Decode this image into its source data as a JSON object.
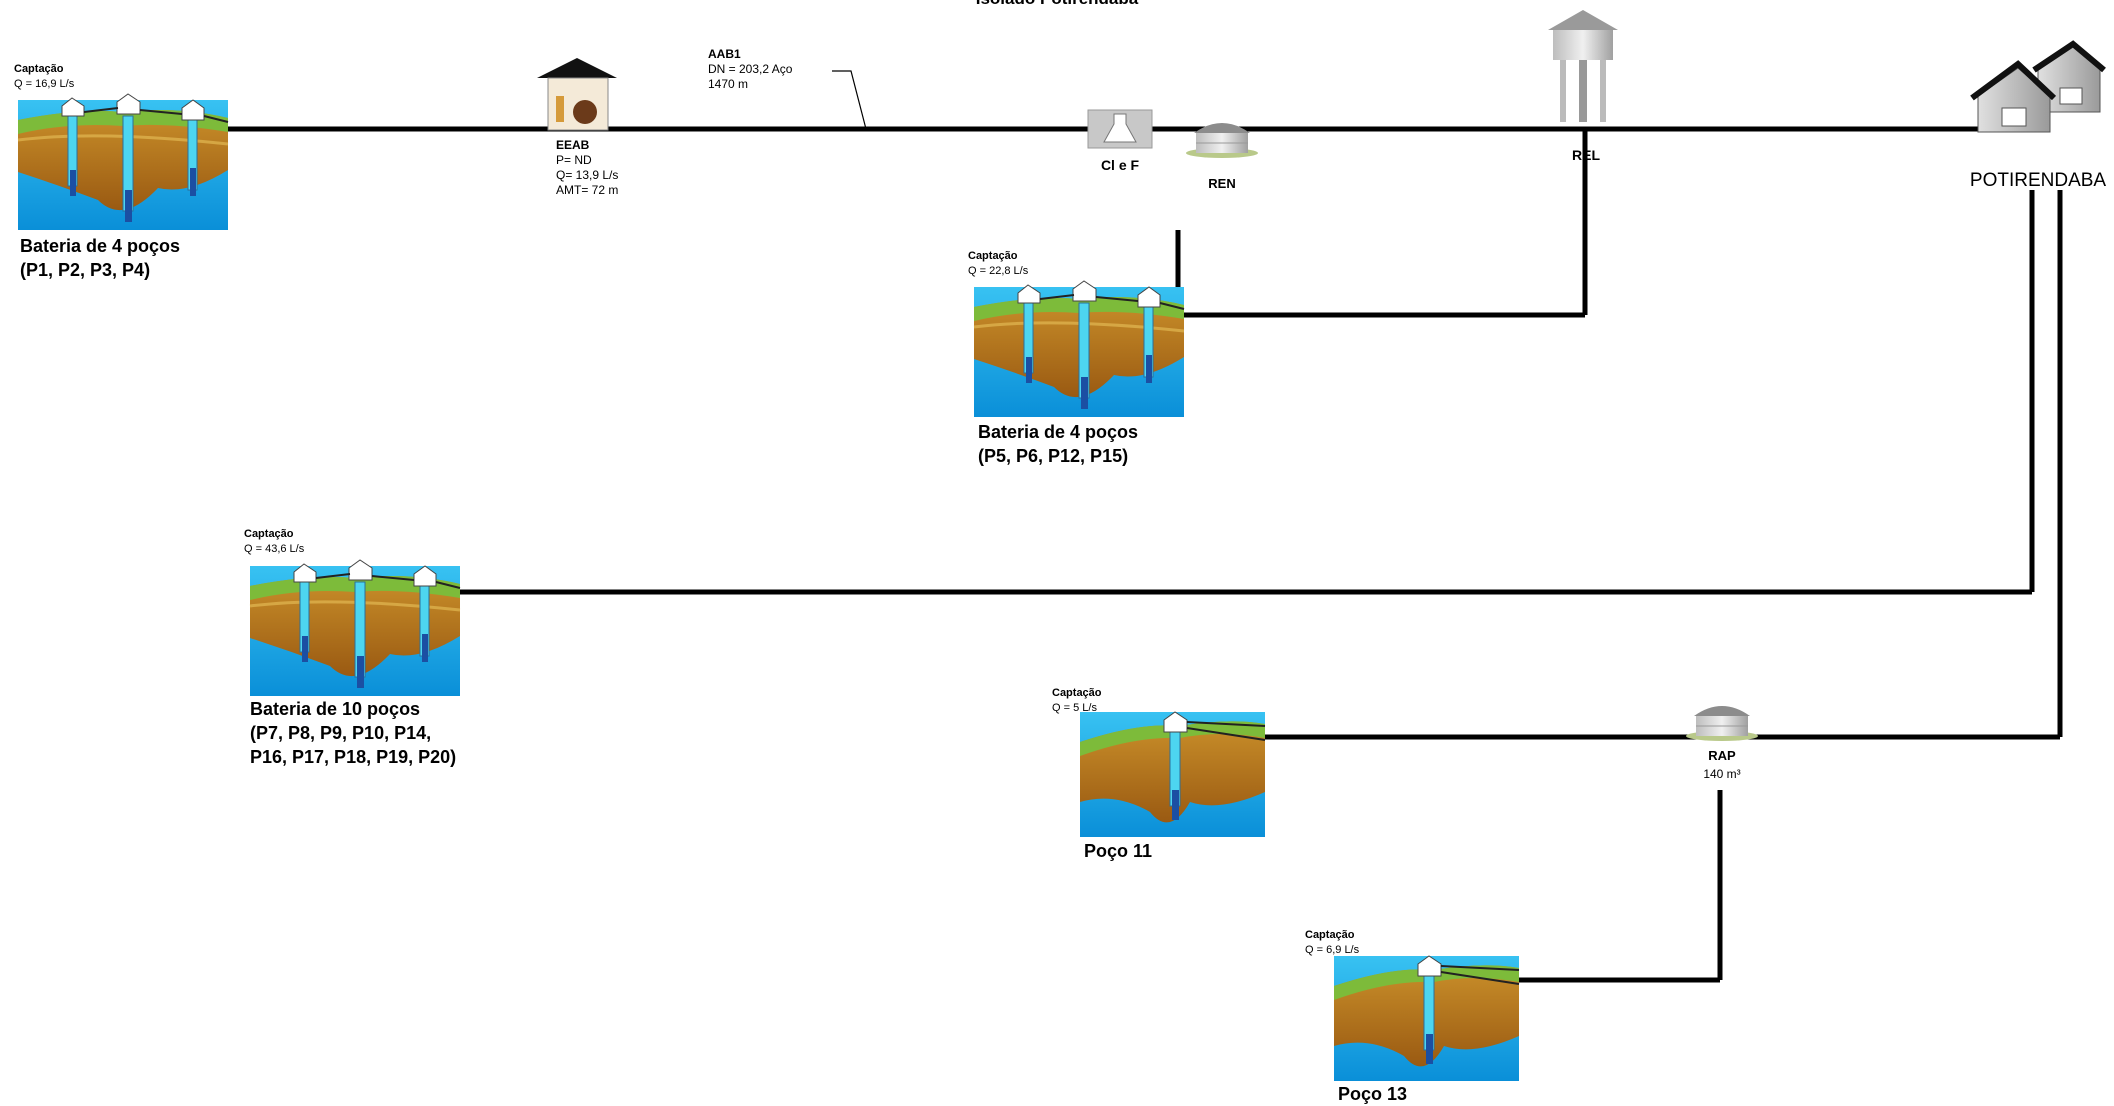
{
  "title": "Isolado Potirendaba",
  "captures": [
    {
      "caption": "Captação",
      "flow": "Q = 16,9 L/s",
      "name": "Bateria de 4 poços",
      "wells": "(P1, P2, P3, P4)"
    },
    {
      "caption": "Captação",
      "flow": "Q = 22,8 L/s",
      "name": "Bateria de 4 poços",
      "wells": "(P5, P6, P12, P15)"
    },
    {
      "caption": "Captação",
      "flow": "Q = 43,6 L/s",
      "name": "Bateria de 10 poços",
      "wells_line1": "(P7, P8, P9, P10, P14,",
      "wells_line2": "P16, P17, P18, P19, P20)"
    },
    {
      "caption": "Captação",
      "flow": "Q =  5 L/s",
      "name": "Poço 11"
    },
    {
      "caption": "Captação",
      "flow": "Q =  6,9 L/s",
      "name": "Poço 13"
    }
  ],
  "eeab": {
    "name": "EEAB",
    "p": "P= ND",
    "q": "Q= 13,9 L/s",
    "amt": "AMT= 72 m"
  },
  "aab1": {
    "name": "AAB1",
    "dn": "DN = 203,2 Aço",
    "length": "1470 m"
  },
  "treatment": {
    "label": "Cl e F"
  },
  "ren": {
    "label": "REN"
  },
  "rel": {
    "label": "REL"
  },
  "rap": {
    "label": "RAP",
    "volume": "140 m³"
  },
  "city": {
    "label": "POTIRENDABA"
  },
  "colors": {
    "pipe": "#000000",
    "water": "#1aa7e6",
    "soil": "#b5761c",
    "grass": "#7dbb3a",
    "pump": "#1b4fa3",
    "casing": "#4dd5f0"
  }
}
